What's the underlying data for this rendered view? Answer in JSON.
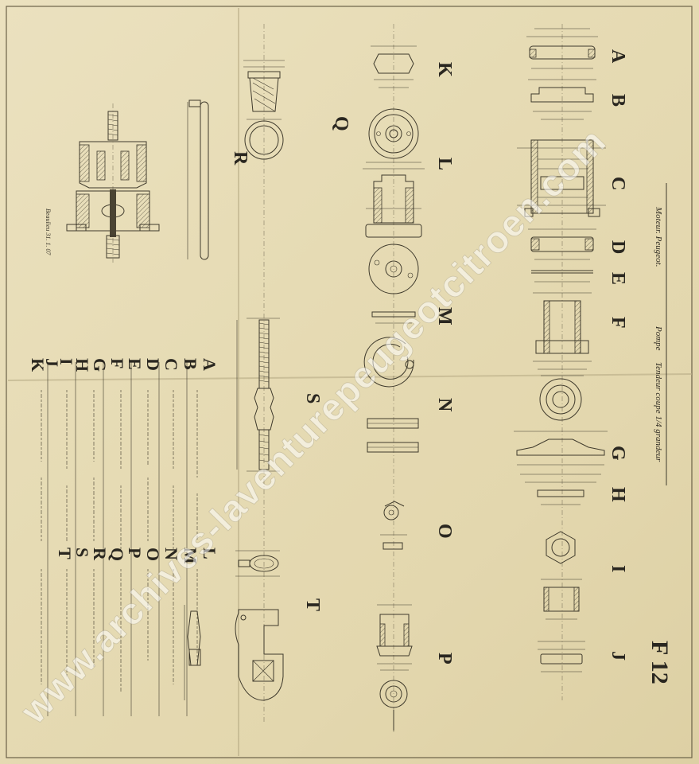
{
  "sheet": {
    "title_main": "Moteur. Peugeot.",
    "title_sub": "Pompe",
    "title_note": "Tendeur coupe 1/4 grandeur",
    "sheet_number": "F 12",
    "date_note": "Beaulieu 31. 1. 07"
  },
  "watermark": "www.archives-laventurepeugeotcitroen.com",
  "part_letters": {
    "right_column": [
      "A",
      "B",
      "C",
      "D",
      "E",
      "F",
      "G",
      "H",
      "I",
      "J"
    ],
    "middle_column": [
      "K",
      "L",
      "M",
      "N",
      "O",
      "P"
    ],
    "center_column": [
      "Q",
      "R",
      "S",
      "T"
    ]
  },
  "nomenclature": {
    "letters_first": [
      "A",
      "B",
      "C",
      "D",
      "E",
      "F",
      "G",
      "H",
      "I",
      "J",
      "K"
    ],
    "letters_second": [
      "L",
      "M",
      "N",
      "O",
      "P",
      "Q",
      "R",
      "S",
      "T"
    ]
  }
}
